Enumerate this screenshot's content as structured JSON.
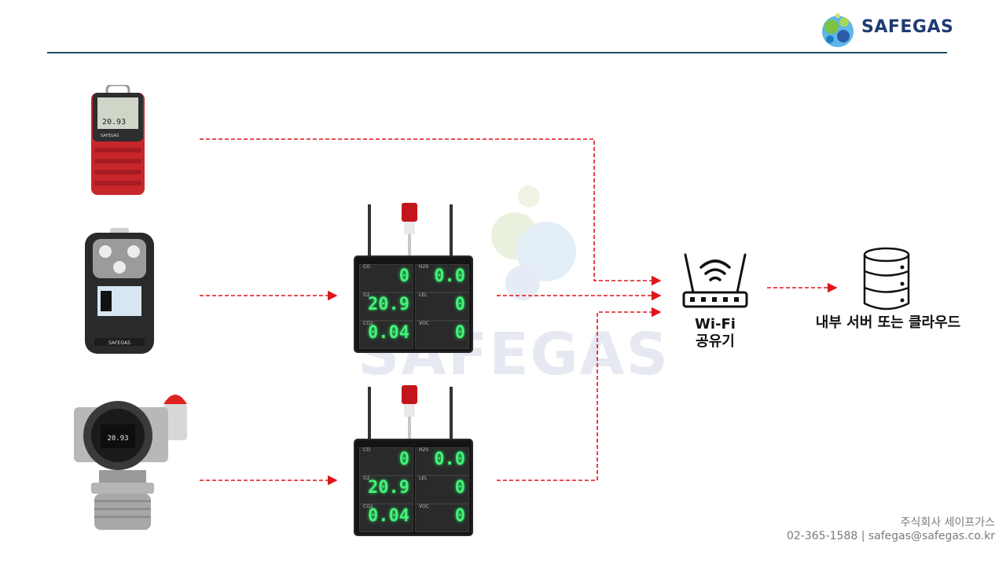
{
  "header": {
    "brand": "SAFEGAS"
  },
  "diagram": {
    "router_label_line1": "Wi-Fi",
    "router_label_line2": "공유기",
    "server_label": "내부 서버 또는 클라우드",
    "connector_color": "#e0141b",
    "rule_color": "#1c4f63"
  },
  "boards": [
    {
      "cells": [
        {
          "tag": "CO",
          "value": "0"
        },
        {
          "tag": "H2S",
          "value": "0.0"
        },
        {
          "tag": "O2",
          "value": "20.9"
        },
        {
          "tag": "LEL",
          "value": "0"
        },
        {
          "tag": "CO2",
          "value": "0.04"
        },
        {
          "tag": "VOC",
          "value": "0"
        }
      ]
    },
    {
      "cells": [
        {
          "tag": "CO",
          "value": "0"
        },
        {
          "tag": "H2S",
          "value": "0.0"
        },
        {
          "tag": "O2",
          "value": "20.9"
        },
        {
          "tag": "LEL",
          "value": "0"
        },
        {
          "tag": "CO2",
          "value": "0.04"
        },
        {
          "tag": "VOC",
          "value": "0"
        }
      ]
    }
  ],
  "device_screens": {
    "portable_red_brand": "SAFEGAS",
    "portable_red_reading": "20.93",
    "portable_black_brand": "SAFEGAS",
    "fixed_detector_reading": "20.93"
  },
  "footer": {
    "company": "주식회사 세이프가스",
    "contact": "02-365-1588 | safegas@safegas.co.kr"
  }
}
